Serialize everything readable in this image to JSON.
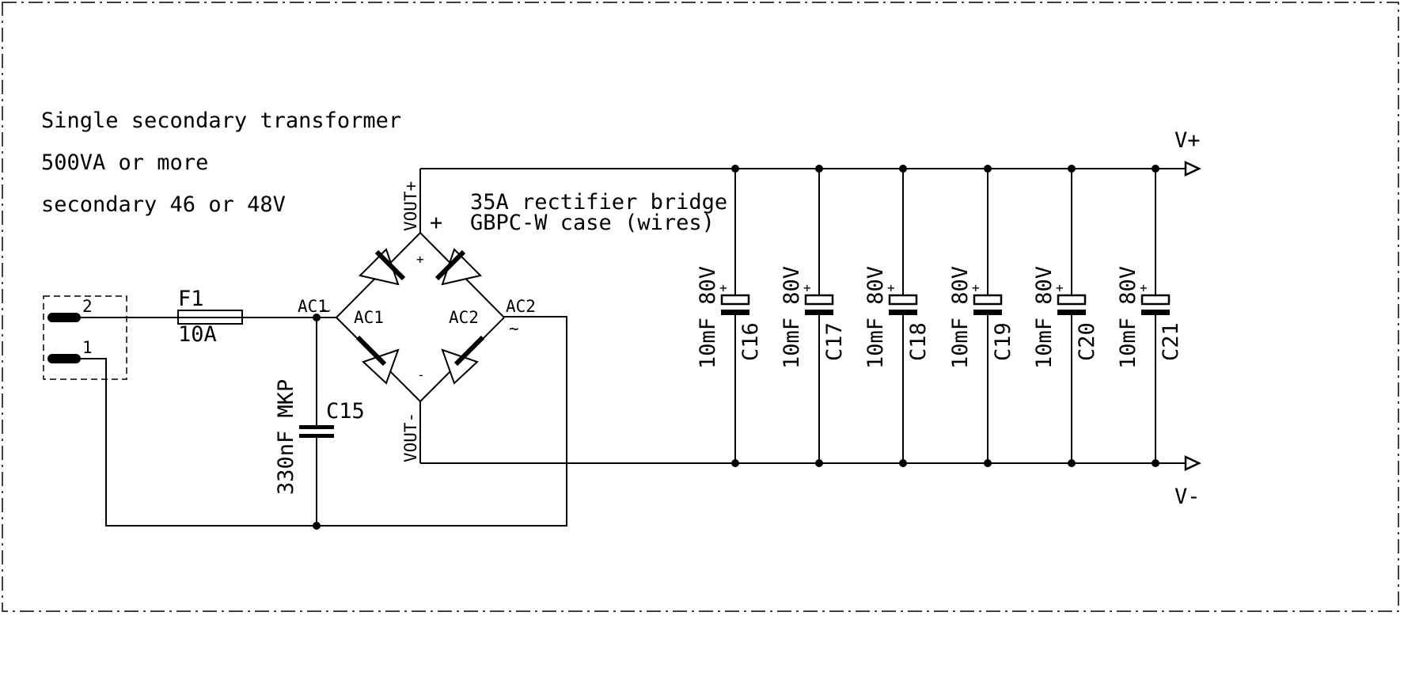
{
  "notes": {
    "line1": "Single secondary transformer",
    "line2": "500VA or more",
    "line3": "secondary 46 or 48V"
  },
  "connector": {
    "pin2": "2",
    "pin1": "1"
  },
  "fuse": {
    "ref": "F1",
    "value": "10A"
  },
  "input_cap": {
    "ref": "C15",
    "value": "330nF MKP"
  },
  "bridge": {
    "desc1": "35A rectifier bridge",
    "desc2": "GBPC-W case (wires)",
    "pin_vout_plus": "VOUT+",
    "pin_vout_minus": "VOUT-",
    "pin_ac1_outer": "AC1",
    "pin_ac2_outer": "AC2",
    "pin_ac1_inner": "AC1",
    "pin_ac2_inner": "AC2",
    "mark_plus_big": "+",
    "mark_plus_small": "+",
    "mark_minus_small": "-",
    "mark_tilde_left": "~",
    "mark_tilde_right": "~"
  },
  "rails": {
    "positive": "V+",
    "negative": "V-"
  },
  "bulk_caps": [
    {
      "ref": "C16",
      "value": "10mF 80V",
      "polarity": "+"
    },
    {
      "ref": "C17",
      "value": "10mF 80V",
      "polarity": "+"
    },
    {
      "ref": "C18",
      "value": "10mF 80V",
      "polarity": "+"
    },
    {
      "ref": "C19",
      "value": "10mF 80V",
      "polarity": "+"
    },
    {
      "ref": "C20",
      "value": "10mF 80V",
      "polarity": "+"
    },
    {
      "ref": "C21",
      "value": "10mF 80V",
      "polarity": "+"
    }
  ]
}
